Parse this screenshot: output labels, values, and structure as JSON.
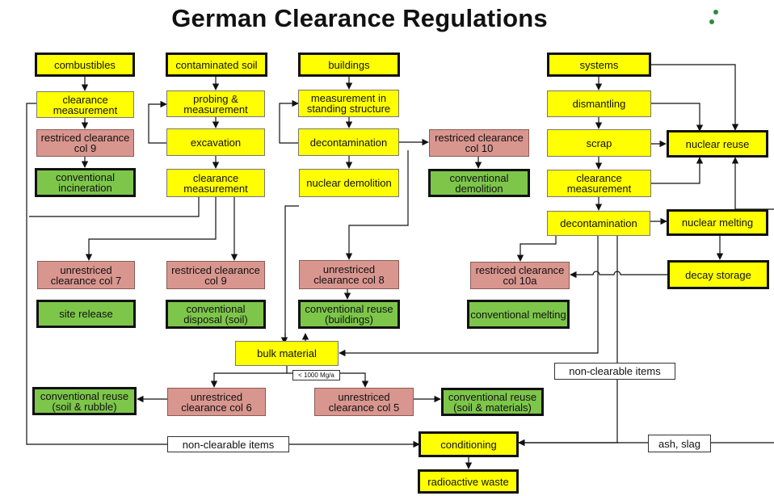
{
  "title": "German Clearance Regulations",
  "logo_icon": "two-dot-logo",
  "colors": {
    "yellow": "#ffff00",
    "pink": "#d9968f",
    "green": "#7dc64a",
    "line": "#111111"
  },
  "nodes": {
    "combustibles": "combustibles",
    "contaminated_soil": "contaminated soil",
    "buildings": "buildings",
    "systems": "systems",
    "clearance_measurement_1": "clearance measurement",
    "probing_measurement": "probing & measurement",
    "measurement_standing": "measurement in standing structure",
    "dismantling": "dismantling",
    "restricted_col9_a": "restriced clearance col 9",
    "excavation": "excavation",
    "decontamination_1": "decontamination",
    "restricted_col10": "restriced clearance col 10",
    "scrap": "scrap",
    "nuclear_reuse": "nuclear reuse",
    "conventional_incineration": "conventional incineration",
    "clearance_measurement_2": "clearance measurement",
    "nuclear_demolition": "nuclear demolition",
    "conventional_demolition": "conventional demolition",
    "clearance_measurement_3": "clearance measurement",
    "decontamination_2": "decontamination",
    "nuclear_melting": "nuclear melting",
    "unrestricted_col7": "unrestriced clearance col 7",
    "restricted_col9_b": "restriced clearance col 9",
    "unrestricted_col8": "unrestriced clearance col 8",
    "restricted_col10a": "restriced clearance col 10a",
    "decay_storage": "decay storage",
    "site_release": "site release",
    "conventional_disposal": "conventional disposal (soil)",
    "conventional_reuse_buildings": "conventional reuse (buildings)",
    "conventional_melting": "conventional melting",
    "bulk_material": "bulk material",
    "threshold": "< 1000 Mg/a",
    "non_clearable_right": "non-clearable items",
    "conventional_reuse_rubble": "conventional reuse (soil & rubble)",
    "unrestricted_col6": "unrestriced clearance col 6",
    "unrestricted_col5": "unrestriced clearance col 5",
    "conventional_reuse_materials": "conventional reuse (soil & materials)",
    "non_clearable_bottom": "non-clearable items",
    "conditioning": "conditioning",
    "ash_slag": "ash, slag",
    "radioactive_waste": "radioactive waste"
  }
}
